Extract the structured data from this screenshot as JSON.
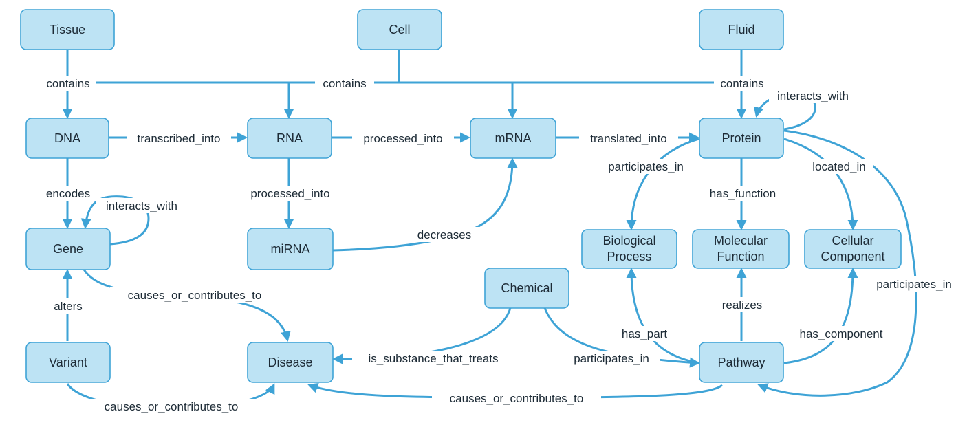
{
  "diagram": {
    "nodes": {
      "tissue": "Tissue",
      "cell": "Cell",
      "fluid": "Fluid",
      "dna": "DNA",
      "rna": "RNA",
      "mrna": "mRNA",
      "protein": "Protein",
      "gene": "Gene",
      "mirna": "miRNA",
      "biological_process": [
        "Biological",
        "Process"
      ],
      "molecular_function": [
        "Molecular",
        "Function"
      ],
      "cellular_component": [
        "Cellular",
        "Component"
      ],
      "chemical": "Chemical",
      "variant": "Variant",
      "disease": "Disease",
      "pathway": "Pathway"
    },
    "edge_labels": {
      "tissue_contains": "contains",
      "cell_contains": "contains",
      "fluid_contains": "contains",
      "protein_interacts_with": "interacts_with",
      "dna_transcribed_into": "transcribed_into",
      "rna_processed_into_mrna": "processed_into",
      "mrna_translated_into": "translated_into",
      "protein_participates_in_bp": "participates_in",
      "protein_has_function": "has_function",
      "protein_located_in": "located_in",
      "dna_encodes": "encodes",
      "gene_interacts_with": "interacts_with",
      "rna_processed_into_mirna": "processed_into",
      "mirna_decreases": "decreases",
      "gene_causes_or_contributes_to": "causes_or_contributes_to",
      "variant_alters": "alters",
      "protein_participates_in_pathway": "participates_in",
      "pathway_realizes": "realizes",
      "pathway_has_part": "has_part",
      "pathway_has_component": "has_component",
      "chemical_treats": "is_substance_that_treats",
      "chemical_participates_in": "participates_in",
      "variant_causes_or_contributes_to": "causes_or_contributes_to",
      "pathway_causes_or_contributes_to": "causes_or_contributes_to"
    }
  },
  "colors": {
    "node_fill": "#bde3f4",
    "node_border": "#3ea3d6",
    "edge": "#3ea3d6",
    "text": "#1d2b36"
  }
}
